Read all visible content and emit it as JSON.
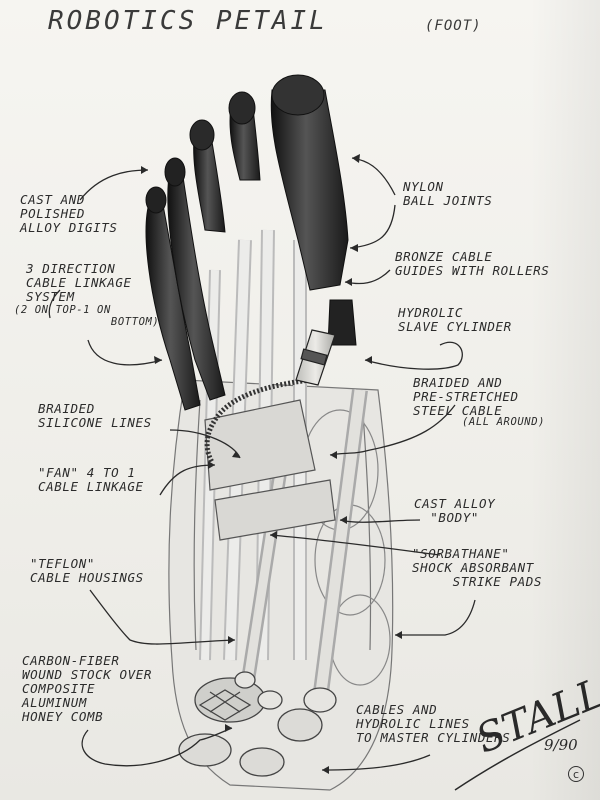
{
  "title": "ROBOTICS PETAIL",
  "title_sub": "(FOOT)",
  "labels": {
    "alloy_digits": "CAST AND\nPOLISHED\nALLOY DIGITS",
    "nylon_joints": "NYLON\nBALL JOINTS",
    "cable_system": "3 DIRECTION\nCABLE LINKAGE\nSYSTEM",
    "cable_system_note": "(2 ON TOP-1 ON\n              BOTTOM)",
    "bronze_guides": "BRONZE CABLE\nGUIDES WITH ROLLERS",
    "slave_cylinder": "HYDROLIC\nSLAVE CYLINDER",
    "steel_cable": "BRAIDED AND\nPRE-STRETCHED\nSTEEL CABLE",
    "steel_cable_note": "(ALL AROUND)",
    "silicone_lines": "BRAIDED\nSILICONE LINES",
    "fan_linkage": "\"FAN\" 4 TO 1\nCABLE LINKAGE",
    "alloy_body": "CAST ALLOY\n  \"BODY\"",
    "teflon_housings": "\"TEFLON\"\nCABLE HOUSINGS",
    "strike_pads": "\"SORBATHANE\"\nSHOCK ABSORBANT\n     STRIKE PADS",
    "carbon_fiber": "CARBON-FIBER\nWOUND STOCK OVER\nCOMPOSITE\nALUMINUM\nHONEY COMB",
    "hydrolic_lines": "CABLES AND\nHYDROLIC LINES\nTO MASTER CYLINDERS"
  },
  "signature": {
    "name": "STALL",
    "date": "9/90",
    "copyright": "c"
  }
}
